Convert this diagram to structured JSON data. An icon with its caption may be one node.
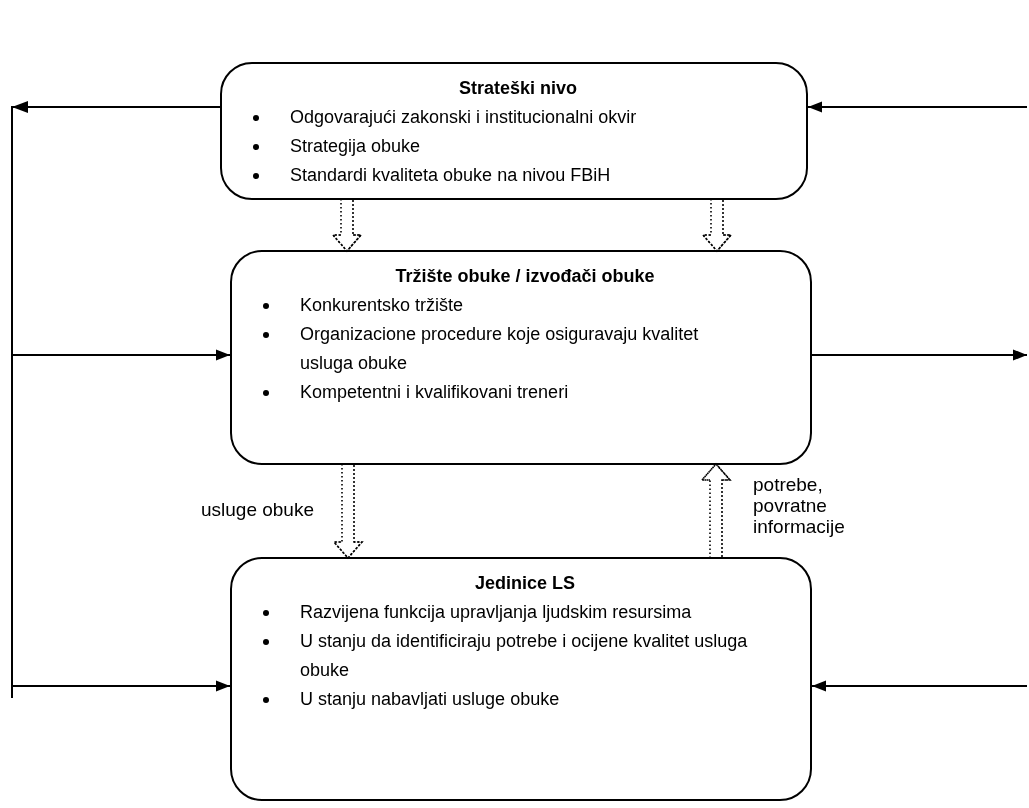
{
  "diagram": {
    "nodes": [
      {
        "text": [
          "Strateški nivo",
          "Odgovarajući zakonski i institucionalni okvir",
          "Strategija obuke",
          "Standardi kvaliteta obuke na nivou FBiH"
        ]
      },
      {
        "text": [
          "Tržište obuke / izvođači obuke",
          "Konkurentsko tržište",
          "Organizacione procedure koje osiguravaju kvalitet usluga obuke",
          "Kompetentni i kvalifikovani treneri"
        ]
      },
      {
        "text": [
          "Jedinice LS",
          "Razvijena funkcija upravljanja ljudskim resursima",
          "U stanju da identificiraju potrebe i ocijene kvalitet usluga obuke",
          "U stanju nabavljati usluge obuke"
        ]
      }
    ],
    "edges": [
      {
        "from": 0,
        "to": 1,
        "arrow": "to"
      },
      {
        "from": 0,
        "to": 2,
        "arrow": "to"
      },
      {
        "from": null,
        "to": 0,
        "arrow": "to"
      },
      {
        "from": 1,
        "to": null,
        "arrow": "to"
      },
      {
        "from": null,
        "to": 2,
        "arrow": "to"
      },
      {
        "from": 0,
        "to": 1,
        "arrow": "to",
        "style": "dashed"
      },
      {
        "from": 0,
        "to": 1,
        "arrow": "to",
        "style": "dashed"
      },
      {
        "from": 1,
        "to": 2,
        "arrow": "to",
        "style": "dashed",
        "label": "usluge obuke"
      },
      {
        "from": 2,
        "to": 1,
        "arrow": "to",
        "style": "dashed",
        "label": "potrebe, povratne informacije"
      }
    ]
  }
}
